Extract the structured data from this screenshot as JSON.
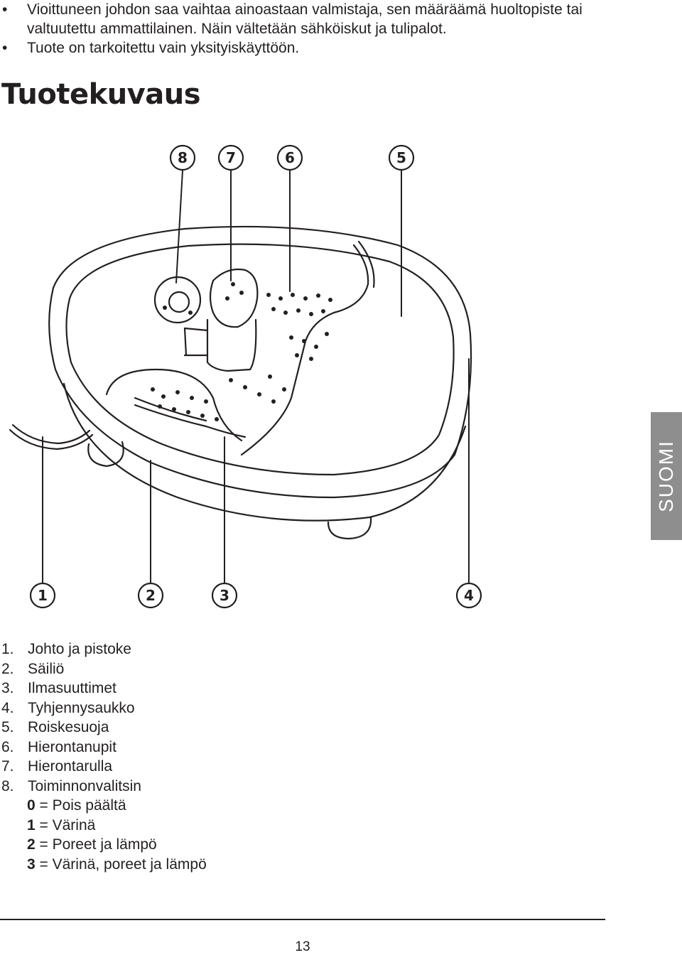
{
  "bullets": [
    "Vioittuneen johdon saa vaihtaa ainoastaan valmistaja, sen määräämä huoltopiste tai valtuutettu ammattilainen. Näin vältetään sähköiskut ja tulipalot.",
    "Tuote on tarkoitettu vain yksityiskäyttöön."
  ],
  "bullet_symbol": "•",
  "title": "Tuotekuvaus",
  "side_tab": "SUOMI",
  "callouts": {
    "c1": "1",
    "c2": "2",
    "c3": "3",
    "c4": "4",
    "c5": "5",
    "c6": "6",
    "c7": "7",
    "c8": "8"
  },
  "parts": [
    {
      "num": "1.",
      "label": "Johto ja pistoke"
    },
    {
      "num": "2.",
      "label": "Säiliö"
    },
    {
      "num": "3.",
      "label": "Ilmasuuttimet"
    },
    {
      "num": "4.",
      "label": "Tyhjennysaukko"
    },
    {
      "num": "5.",
      "label": "Roiskesuoja"
    },
    {
      "num": "6.",
      "label": "Hierontanupit"
    },
    {
      "num": "7.",
      "label": "Hierontarulla"
    },
    {
      "num": "8.",
      "label": "Toiminnonvalitsin"
    }
  ],
  "settings": [
    {
      "key": "0",
      "text": " = Pois päältä"
    },
    {
      "key": "1",
      "text": " = Värinä"
    },
    {
      "key": "2",
      "text": " = Poreet ja lämpö"
    },
    {
      "key": "3",
      "text": " = Värinä, poreet ja lämpö"
    }
  ],
  "page_number": "13",
  "colors": {
    "text": "#231f20",
    "side_tab_bg": "#8e8e8e"
  }
}
